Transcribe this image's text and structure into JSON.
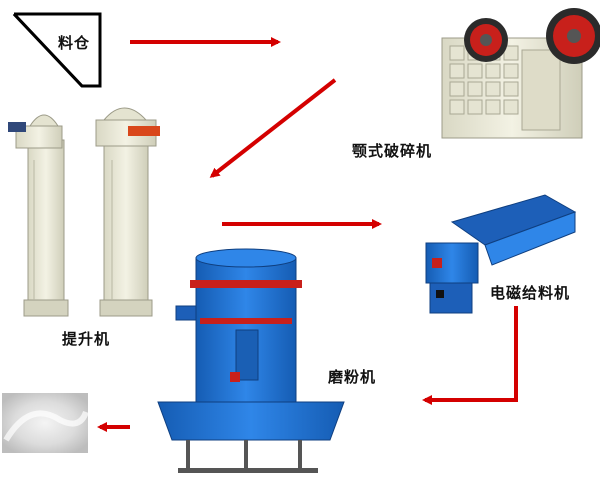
{
  "diagram": {
    "nodes": {
      "hopper": {
        "label": "料仓"
      },
      "jaw_crusher": {
        "label": "颚式破碎机"
      },
      "elevator": {
        "label": "提升机"
      },
      "vibrating_feeder": {
        "label": "电磁给料机"
      },
      "grinding_mill": {
        "label": "磨粉机"
      },
      "powder": {
        "label": ""
      }
    },
    "colors": {
      "arrow": "#d40000",
      "machine_blue": "#1f6fd0",
      "machine_red": "#c8201b",
      "cream": "#ecebd8"
    }
  }
}
